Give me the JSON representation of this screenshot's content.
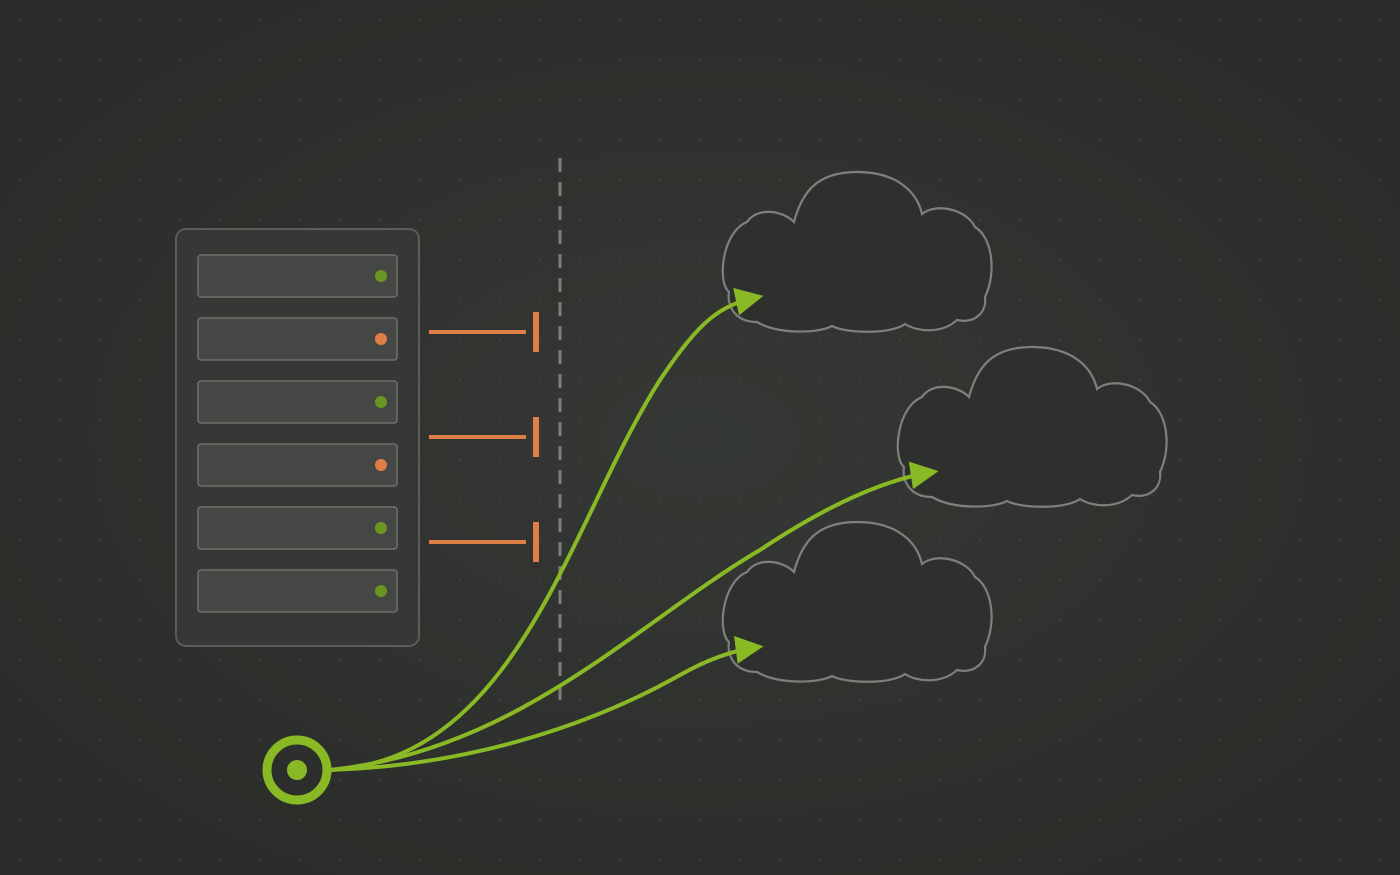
{
  "colors": {
    "background": "#2c2e2b",
    "background_glow": "#353834",
    "dot_grid": "#3b3e3a",
    "rack_fill": "#363835",
    "rack_stroke": "#5b5d5a",
    "slot_fill": "#454744",
    "slot_stroke": "#6e706d",
    "ok_green": "#6a9520",
    "blocked_orange": "#e07f45",
    "accent_green": "#8ab926",
    "divider_gray": "#7d7f7c",
    "cloud_fill": "#2e302d",
    "cloud_stroke": "#7e807d"
  },
  "server_rack": {
    "slots": [
      {
        "status": "ok"
      },
      {
        "status": "blocked"
      },
      {
        "status": "ok"
      },
      {
        "status": "blocked"
      },
      {
        "status": "ok"
      },
      {
        "status": "ok"
      }
    ]
  },
  "blocked_connections": [
    {
      "from_slot": 1
    },
    {
      "from_slot": 3
    },
    {
      "from_slot": 4
    }
  ],
  "source": {
    "icon": "target-icon"
  },
  "clouds": [
    {
      "id": "cloud-top"
    },
    {
      "id": "cloud-middle"
    },
    {
      "id": "cloud-bottom"
    }
  ],
  "flows": [
    {
      "from": "source",
      "to": "cloud-top"
    },
    {
      "from": "source",
      "to": "cloud-middle"
    },
    {
      "from": "source",
      "to": "cloud-bottom"
    }
  ]
}
